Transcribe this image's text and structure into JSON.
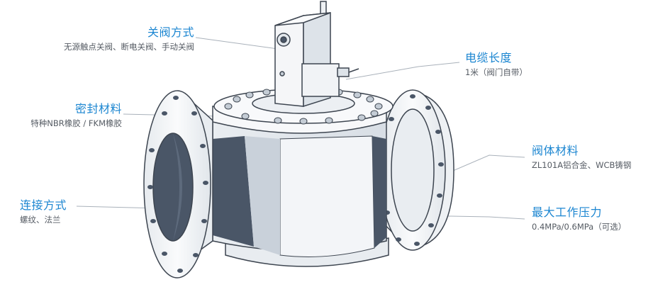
{
  "callouts": {
    "closing_method": {
      "title": "关阀方式",
      "detail": "无源触点关阀、断电关阀、手动关阀"
    },
    "seal_material": {
      "title": "密封材料",
      "detail": "特种NBR橡胶 / FKM橡胶"
    },
    "connection_method": {
      "title": "连接方式",
      "detail": "螺纹、法兰"
    },
    "cable_length": {
      "title": "电缆长度",
      "detail": "1米（阀门自带）"
    },
    "body_material": {
      "title": "阀体材料",
      "detail": "ZL101A铝合金、WCB铸钢"
    },
    "max_working_pressure": {
      "title": "最大工作压力",
      "detail": "0.4MPa/0.6MPa（可选）"
    }
  },
  "colors": {
    "accent": "#1c86d1",
    "outline": "#3d4550",
    "body_light": "#f1f3f6",
    "body_shade": "#d7dde4",
    "interior": "#4a5667",
    "leader": "#a9b1ba"
  },
  "icons": {
    "solenoid": "solenoid-actuator-icon",
    "bolt": "bolt-hole-icon"
  }
}
